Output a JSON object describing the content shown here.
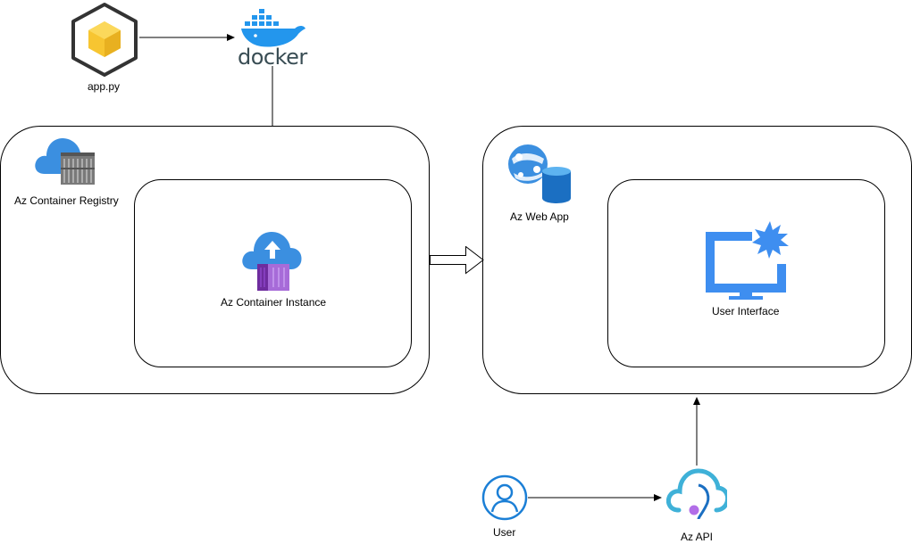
{
  "labels": {
    "app_py": "app.py",
    "docker": "docker",
    "container_registry": "Az Container Registry",
    "container_instance": "Az Container Instance",
    "web_app": "Az Web App",
    "user_interface": "User Interface",
    "user": "User",
    "api": "Az API"
  },
  "colors": {
    "azure_blue": "#3b8fe0",
    "docker_blue": "#2396ed",
    "cube_yellow": "#f7c531",
    "monitor_blue": "#3e8ef0",
    "user_blue": "#1b7fd6",
    "container_purple": "#8c44c9"
  },
  "icons": [
    "python-package-icon",
    "docker-logo-icon",
    "container-registry-icon",
    "container-instance-icon",
    "web-app-icon",
    "user-interface-icon",
    "user-icon",
    "api-management-icon"
  ]
}
